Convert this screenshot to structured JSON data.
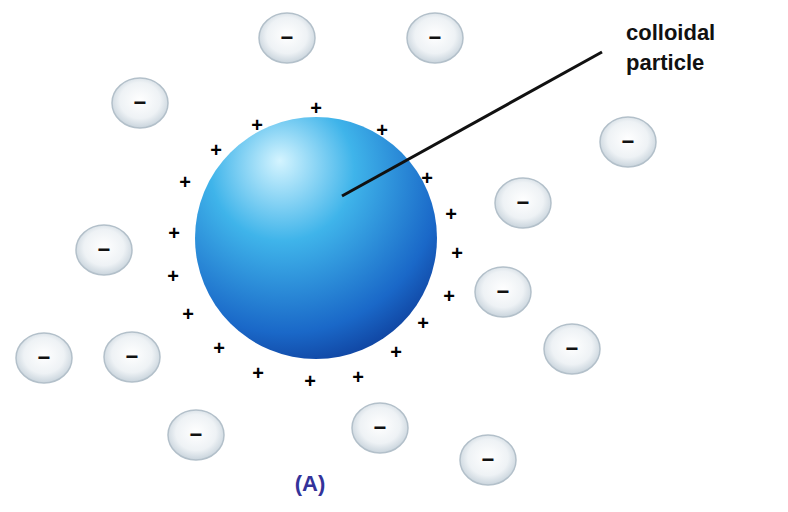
{
  "diagram": {
    "caption": "(A)",
    "nodes": [
      {
        "text": [
          "−"
        ]
      },
      {
        "text": [
          "−"
        ]
      },
      {
        "text": [
          "−"
        ]
      },
      {
        "text": [
          "−"
        ]
      },
      {
        "text": [
          "−"
        ]
      },
      {
        "text": [
          "−"
        ]
      },
      {
        "text": [
          "−"
        ]
      },
      {
        "text": [
          "−"
        ]
      },
      {
        "text": [
          "−"
        ]
      },
      {
        "text": [
          "−"
        ]
      },
      {
        "text": [
          "−"
        ]
      },
      {
        "text": [
          "−"
        ]
      },
      {
        "text": [
          "−"
        ]
      }
    ],
    "labels": [
      "colloidal particle",
      "+",
      "+",
      "+",
      "+",
      "+",
      "+",
      "+",
      "+",
      "+",
      "+",
      "+",
      "+",
      "+",
      "+",
      "+",
      "+",
      "+",
      "+"
    ]
  }
}
